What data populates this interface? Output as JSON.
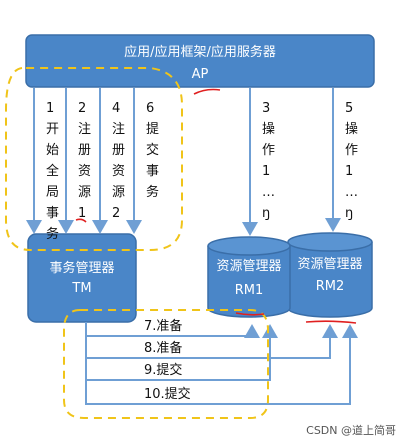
{
  "ap_box": {
    "line1": "应用/应用框架/应用服务器",
    "line2": "AP"
  },
  "tm_box": {
    "line1": "事务管理器",
    "line2": "TM"
  },
  "rm1": {
    "line1": "资源管理器",
    "line2": "RM1"
  },
  "rm2": {
    "line1": "资源管理器",
    "line2": "RM2"
  },
  "vertical_steps": [
    {
      "num": "1",
      "chars": [
        "开",
        "始",
        "全",
        "局",
        "事",
        "务"
      ]
    },
    {
      "num": "2",
      "chars": [
        "注",
        "册",
        "资",
        "源",
        "1"
      ]
    },
    {
      "num": "4",
      "chars": [
        "注",
        "册",
        "资",
        "源",
        "2"
      ]
    },
    {
      "num": "6",
      "chars": [
        "提",
        "交",
        "事",
        "务"
      ]
    },
    {
      "num": "3",
      "chars": [
        "操",
        "作",
        "1",
        "…",
        "ŋ"
      ]
    },
    {
      "num": "5",
      "chars": [
        "操",
        "作",
        "1",
        "…",
        "ŋ"
      ]
    }
  ],
  "horizontal_steps": [
    "7.准备",
    "8.准备",
    "9.提交",
    "10.提交"
  ],
  "watermark": "CSDN @道上简哥",
  "colors": {
    "box_fill": "#4a86c8",
    "box_stroke": "#3a6ea8",
    "arrow": "#6f9fd4",
    "dash": "#f0c419",
    "red_mark": "#e02020"
  }
}
